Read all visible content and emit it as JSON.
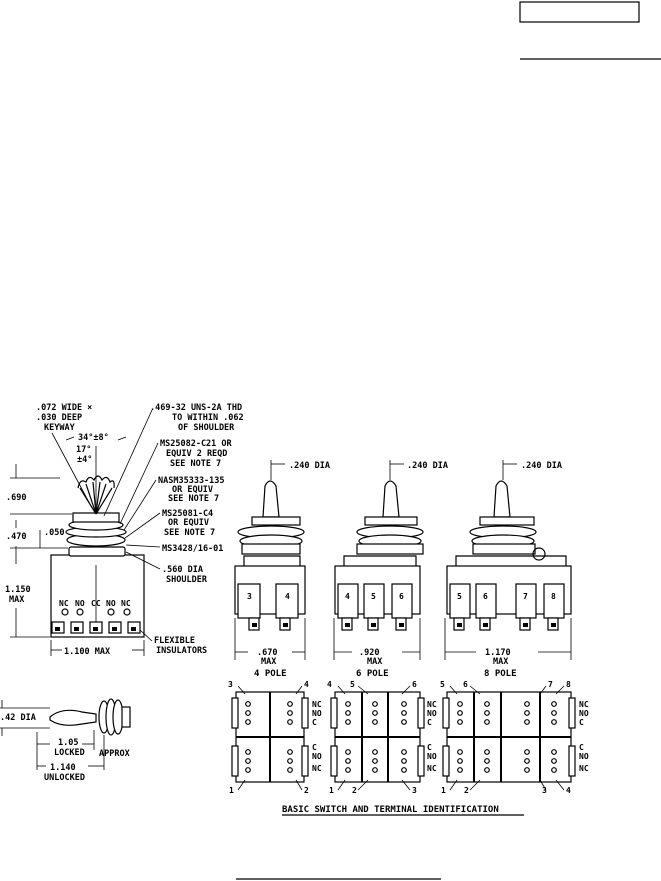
{
  "callouts": {
    "keyway": [
      ".072 WIDE ×",
      ".030 DEEP",
      "KEYWAY"
    ],
    "thread": [
      ".469-32 UNS-2A THD",
      "TO WITHIN .062",
      "OF SHOULDER"
    ],
    "angle_main": "34°±8°",
    "angle_sub": [
      "17°",
      "±4°"
    ],
    "ms25082": [
      "MS25082-C21 OR",
      "EQUIV 2 REQD",
      "SEE NOTE 7"
    ],
    "nasm": [
      "NASM35333-135",
      "OR EQUIV",
      "SEE NOTE 7"
    ],
    "ms25081": [
      "MS25081-C4",
      "OR EQUIV",
      "SEE NOTE 7"
    ],
    "ms3428": "MS3428/16-01",
    "shoulder": [
      ".560 DIA",
      "SHOULDER"
    ],
    "flexible": [
      "FLEXIBLE",
      "INSULATORS"
    ]
  },
  "dimensions": {
    "d_690": ".690",
    "d_470": ".470",
    "d_050": ".050",
    "d_1150": [
      "1.150",
      "MAX"
    ],
    "d_1100": "1.100 MAX",
    "d_42": ".42 DIA",
    "d_105": [
      "1.05",
      "LOCKED"
    ],
    "approx": "APPROX",
    "d_1140": [
      "1.140",
      "UNLOCKED"
    ],
    "contacts": [
      "NC",
      "NO",
      "CC",
      "NO",
      "NC"
    ]
  },
  "variants": [
    {
      "dia": ".240 DIA",
      "width": [
        ".670",
        "MAX"
      ],
      "pole": "4 POLE",
      "terminals": [
        "3",
        "4"
      ]
    },
    {
      "dia": ".240 DIA",
      "width": [
        ".920",
        "MAX"
      ],
      "pole": "6 POLE",
      "terminals": [
        "4",
        "5",
        "6"
      ]
    },
    {
      "dia": ".240 DIA",
      "width": [
        "1.170",
        "MAX"
      ],
      "pole": "8 POLE",
      "terminals": [
        "5",
        "6",
        "7",
        "8"
      ]
    }
  ],
  "terminal_ids": {
    "pole4": {
      "top": [
        "3",
        "4"
      ],
      "bottom": [
        "1",
        "2"
      ]
    },
    "pole6": {
      "top": [
        "4",
        "5",
        "6"
      ],
      "bottom": [
        "1",
        "2",
        "3"
      ]
    },
    "pole8": {
      "top": [
        "5",
        "6",
        "7",
        "8"
      ],
      "bottom": [
        "1",
        "2",
        "3",
        "4"
      ]
    },
    "side_top": [
      "NC",
      "NO",
      "C"
    ],
    "side_bottom": [
      "C",
      "NO",
      "NC"
    ]
  },
  "caption": "BASIC SWITCH AND TERMINAL IDENTIFICATION"
}
